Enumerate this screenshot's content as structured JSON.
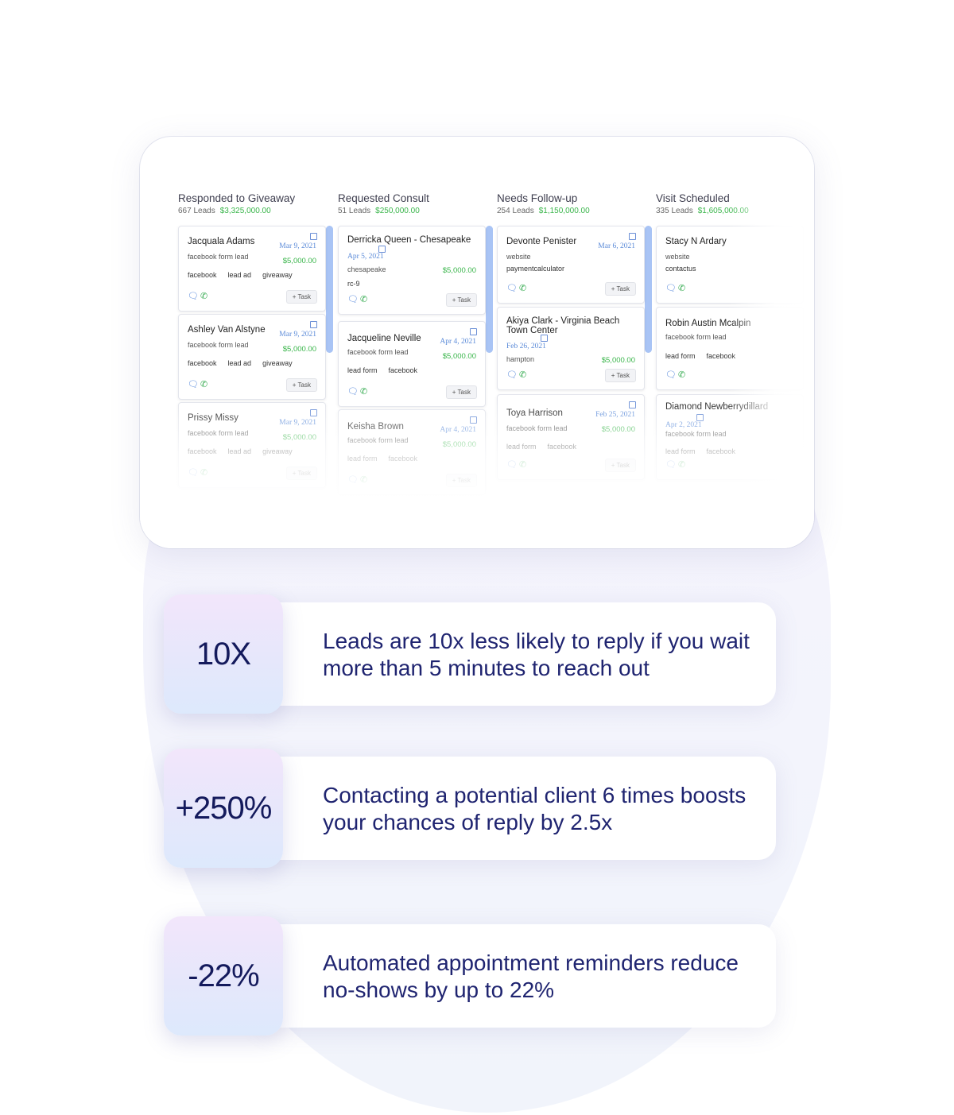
{
  "pipeline": {
    "columns": [
      {
        "title": "Responded to Giveaway",
        "leads": "667 Leads",
        "amount": "$3,325,000.00",
        "cards": [
          {
            "name": "Jacquala Adams",
            "date": "Mar 9, 2021",
            "source": "facebook form lead",
            "amount": "$5,000.00",
            "tags": [
              "facebook",
              "lead ad",
              "giveaway"
            ],
            "task": "+ Task"
          },
          {
            "name": "Ashley Van Alstyne",
            "date": "Mar 9, 2021",
            "source": "facebook form lead",
            "amount": "$5,000.00",
            "tags": [
              "facebook",
              "lead ad",
              "giveaway"
            ],
            "task": "+ Task"
          },
          {
            "name": "Prissy Missy",
            "date": "Mar 9, 2021",
            "source": "facebook form lead",
            "amount": "$5,000.00",
            "tags": [
              "facebook",
              "lead ad",
              "giveaway"
            ],
            "task": "+ Task"
          }
        ]
      },
      {
        "title": "Requested Consult",
        "leads": "51 Leads",
        "amount": "$250,000.00",
        "cards": [
          {
            "name": "Derricka Queen - Chesapeake",
            "date": "Apr 5, 2021",
            "source": "chesapeake",
            "amount": "$5,000.00",
            "tags": [
              "rc-9"
            ],
            "task": "+ Task"
          },
          {
            "name": "Jacqueline Neville",
            "date": "Apr 4, 2021",
            "source": "facebook form lead",
            "amount": "$5,000.00",
            "tags": [
              "lead form",
              "facebook"
            ],
            "task": "+ Task"
          },
          {
            "name": "Keisha Brown",
            "date": "Apr 4, 2021",
            "source": "facebook form lead",
            "amount": "$5,000.00",
            "tags": [
              "lead form",
              "facebook"
            ],
            "task": "+ Task"
          }
        ]
      },
      {
        "title": "Needs Follow-up",
        "leads": "254 Leads",
        "amount": "$1,150,000.00",
        "cards": [
          {
            "name": "Devonte Penister",
            "date": "Mar 6, 2021",
            "source": "website",
            "amount": "",
            "tags": [
              "paymentcalculator"
            ],
            "task": "+ Task"
          },
          {
            "name": "Akiya Clark - Virginia Beach Town Center",
            "date": "Feb 26, 2021",
            "source": "hampton",
            "amount": "$5,000.00",
            "tags": [],
            "task": "+ Task"
          },
          {
            "name": "Toya Harrison",
            "date": "Feb 25, 2021",
            "source": "facebook form lead",
            "amount": "$5,000.00",
            "tags": [
              "lead form",
              "facebook"
            ],
            "task": "+ Task"
          }
        ]
      },
      {
        "title": "Visit Scheduled",
        "leads": "335 Leads",
        "amount": "$1,605,000.00",
        "cards": [
          {
            "name": "Stacy N Ardary",
            "date": "",
            "source": "website",
            "amount": "",
            "tags": [
              "contactus"
            ],
            "task": ""
          },
          {
            "name": "Robin Austin Mcalpin",
            "date": "",
            "source": "facebook form lead",
            "amount": "",
            "tags": [
              "lead form",
              "facebook"
            ],
            "task": ""
          },
          {
            "name": "Diamond Newberrydillard",
            "date": "Apr 2, 2021",
            "source": "facebook form lead",
            "amount": "",
            "tags": [
              "lead form",
              "facebook"
            ],
            "task": ""
          }
        ]
      }
    ]
  },
  "stats": [
    {
      "value": "10X",
      "text": "Leads are 10x less likely to reply if you wait more than 5 minutes to reach out"
    },
    {
      "value": "+250%",
      "text": "Contacting a potential client 6 times boosts your chances of reply by 2.5x"
    },
    {
      "value": "-22%",
      "text": "Automated appointment reminders reduce no-shows by up to 22%"
    }
  ]
}
